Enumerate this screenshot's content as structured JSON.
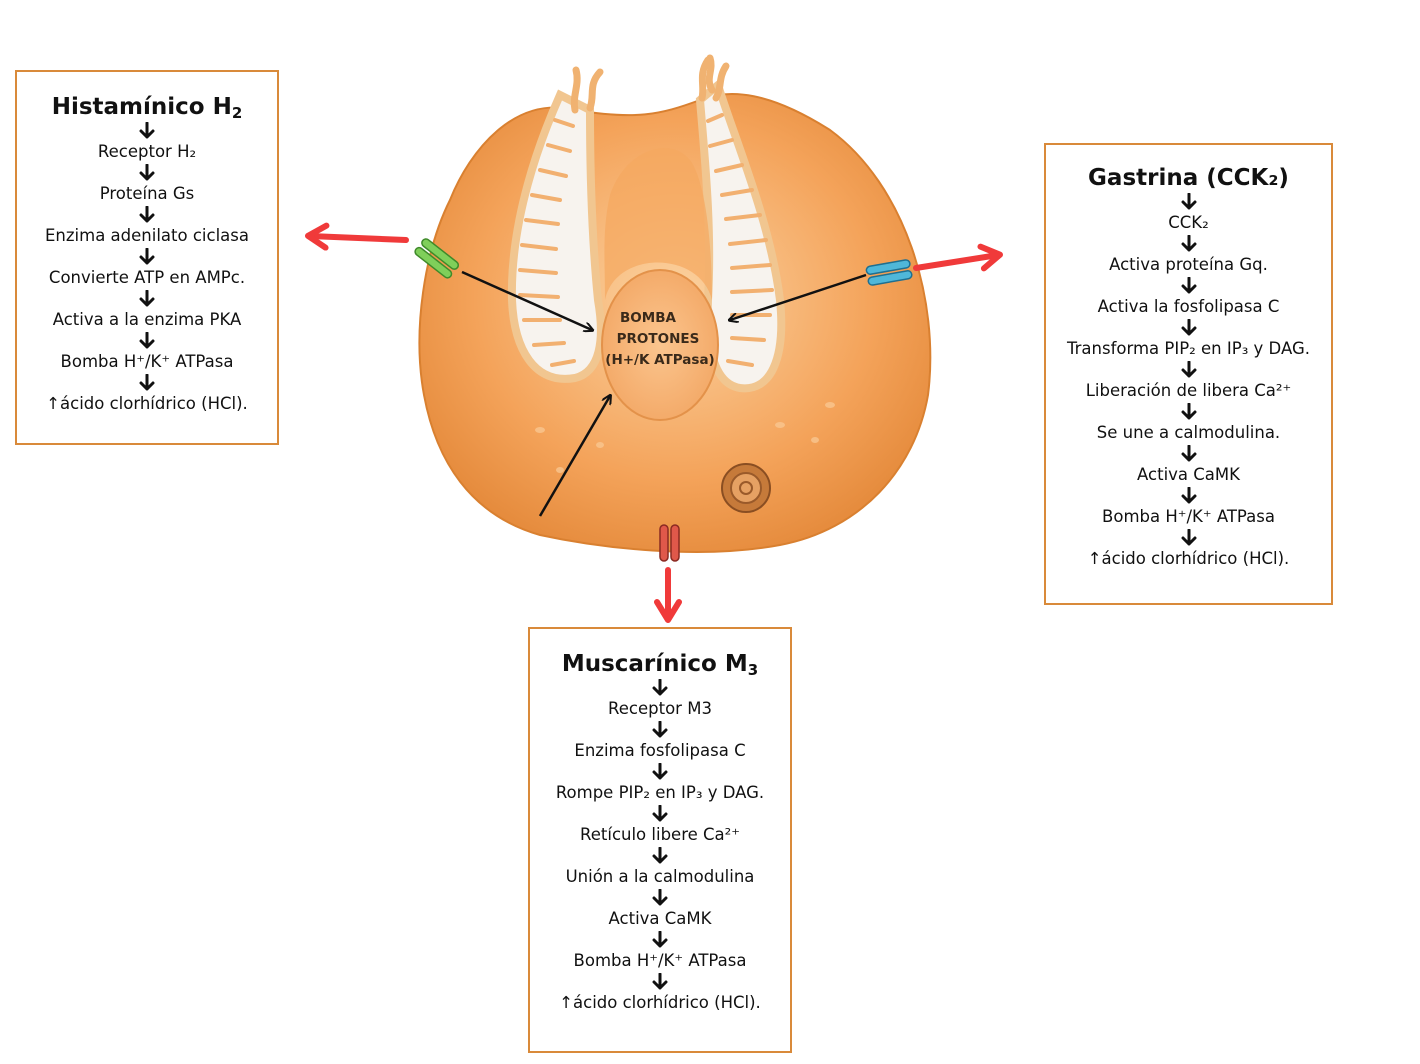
{
  "pump": {
    "line1": "BOMBA",
    "line2": "PROTONES",
    "line3": "(H+/K ATPasa)"
  },
  "h2": {
    "title_main": "Histamínico H",
    "title_sub": "2",
    "steps": [
      "Receptor H₂",
      "Proteína Gs",
      "Enzima adenilato ciclasa",
      "Convierte ATP en AMPc.",
      "Activa a la enzima PKA",
      "Bomba H⁺/K⁺ ATPasa",
      "↑ácido clorhídrico (HCl)."
    ],
    "receptor_color": "#7fcf5a"
  },
  "cck2": {
    "title": "Gastrina (CCK₂)",
    "steps": [
      "CCK₂",
      "Activa proteína Gq.",
      "Activa la fosfolipasa C",
      "Transforma PIP₂ en IP₃ y DAG.",
      "Liberación de libera Ca²⁺",
      "Se une a calmodulina.",
      "Activa CaMK",
      "Bomba H⁺/K⁺ ATPasa",
      "↑ácido clorhídrico (HCl)."
    ],
    "receptor_color": "#4fb7d9"
  },
  "m3": {
    "title_main": "Muscarínico M",
    "title_sub": "3",
    "steps": [
      "Receptor M3",
      "Enzima fosfolipasa C",
      "Rompe PIP₂ en IP₃ y DAG.",
      "Retículo libere Ca²⁺",
      "Unión a la calmodulina",
      "Activa CaMK",
      "Bomba H⁺/K⁺ ATPasa",
      "↑ácido clorhídrico (HCl)."
    ],
    "receptor_color": "#e0584a"
  },
  "colors": {
    "cell": "#f4a35a",
    "cell_dark": "#e08838",
    "box_border": "#d98a3a",
    "signal_arrow": "#f03a3a"
  }
}
